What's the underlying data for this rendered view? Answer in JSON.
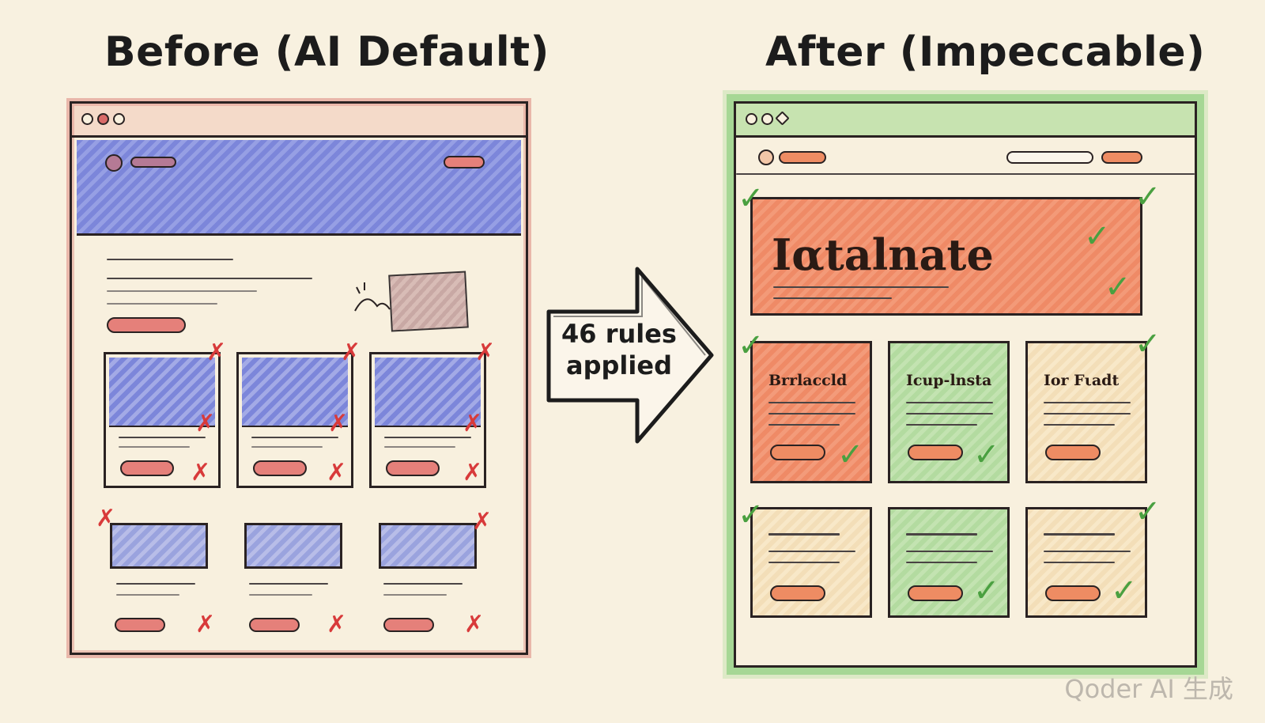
{
  "before": {
    "title": "Before (AI Default)"
  },
  "after": {
    "title": "After (Impeccable)",
    "hero_text": "Iαtalnate",
    "cards": [
      "Brrlaccld",
      "Icup-lnsta",
      "Ior Fιadt"
    ]
  },
  "arrow": {
    "label_line1": "46 rules",
    "label_line2": "applied"
  },
  "watermark": "Qoder AI 生成",
  "colors": {
    "background": "#f8f1e0",
    "before_accent": "#7c86da",
    "before_error": "#d83a3a",
    "after_accent": "#ef8a66",
    "after_green": "#4aa040",
    "after_glow": "#8cd278"
  }
}
